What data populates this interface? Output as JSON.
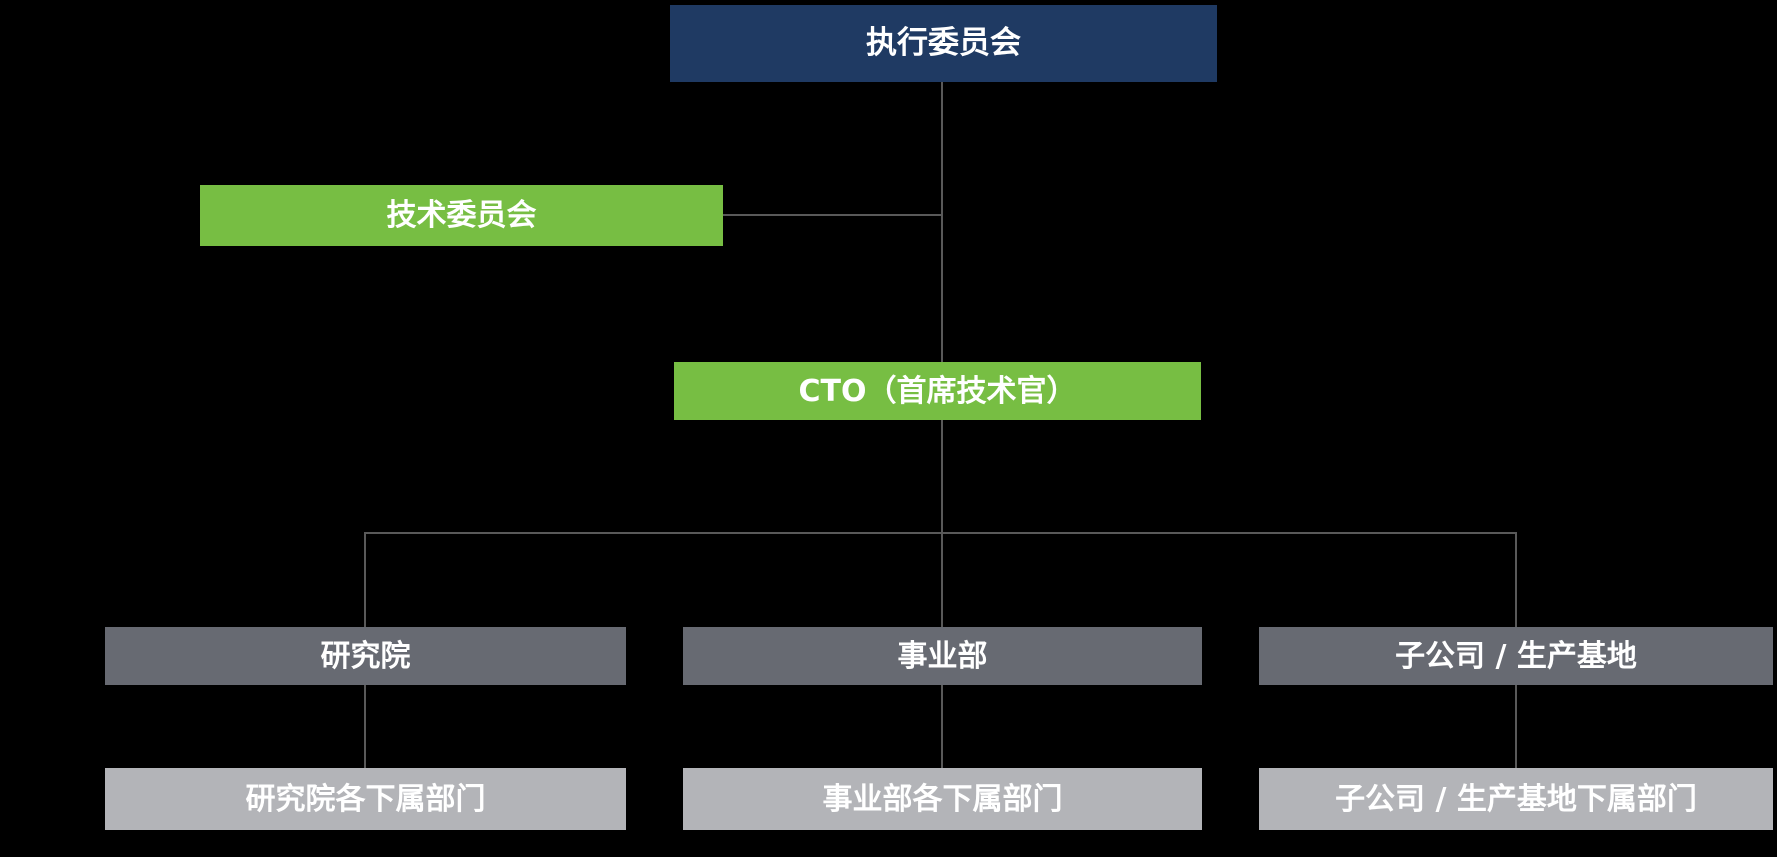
{
  "diagram": {
    "type": "org-chart",
    "background_color": "#000000",
    "colors": {
      "executive_box": "#1f3a63",
      "green_box": "#77be43",
      "division_box": "#676a72",
      "sub_department_box": "#b3b4b8",
      "connector_line": "#595959",
      "text": "#ffffff"
    },
    "nodes": {
      "executive_committee": {
        "label": "执行委员会"
      },
      "technology_committee": {
        "label": "技术委员会"
      },
      "cto": {
        "label": "CTO（首席技术官）"
      },
      "research_institute": {
        "label": "研究院"
      },
      "business_division": {
        "label": "事业部"
      },
      "subsidiary": {
        "label": "子公司 / 生产基地"
      },
      "research_institute_sub": {
        "label": "研究院各下属部门"
      },
      "business_division_sub": {
        "label": "事业部各下属部门"
      },
      "subsidiary_sub": {
        "label": "子公司 / 生产基地下属部门"
      }
    },
    "edges": [
      {
        "from": "executive_committee",
        "to": "cto",
        "type": "vertical"
      },
      {
        "from": "executive_committee",
        "to": "technology_committee",
        "type": "side-branch"
      },
      {
        "from": "cto",
        "to": "research_institute",
        "type": "tree"
      },
      {
        "from": "cto",
        "to": "business_division",
        "type": "tree"
      },
      {
        "from": "cto",
        "to": "subsidiary",
        "type": "tree"
      },
      {
        "from": "research_institute",
        "to": "research_institute_sub",
        "type": "vertical"
      },
      {
        "from": "business_division",
        "to": "business_division_sub",
        "type": "vertical"
      },
      {
        "from": "subsidiary",
        "to": "subsidiary_sub",
        "type": "vertical"
      }
    ]
  }
}
